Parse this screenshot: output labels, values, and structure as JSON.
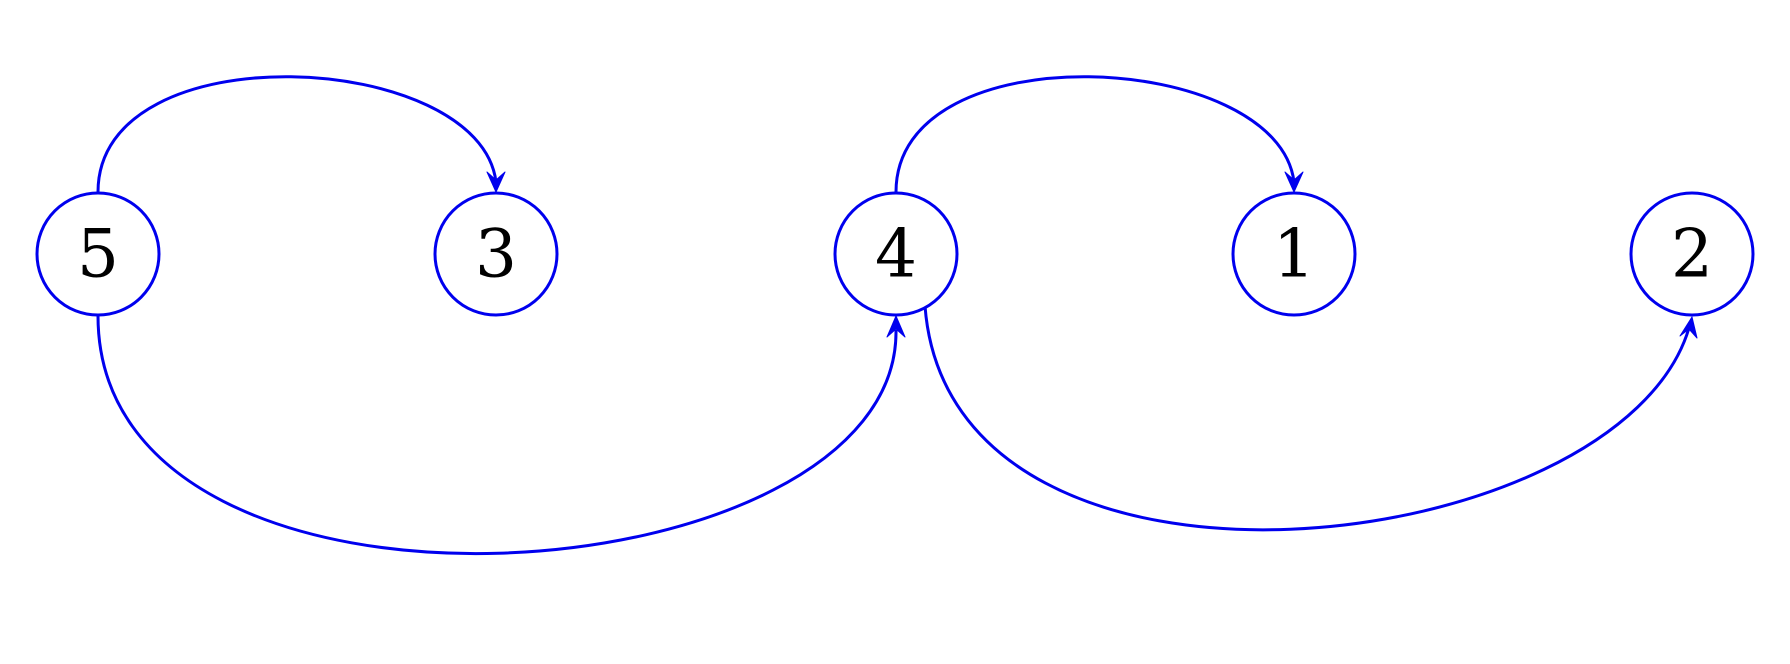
{
  "colors": {
    "edge": "#0000ee",
    "node_stroke": "#0000ee",
    "node_fill": "#ffffff",
    "label": "#000000",
    "background": "#ffffff"
  },
  "nodes": [
    {
      "id": "n5",
      "label": "5"
    },
    {
      "id": "n3",
      "label": "3"
    },
    {
      "id": "n4",
      "label": "4"
    },
    {
      "id": "n1",
      "label": "1"
    },
    {
      "id": "n2",
      "label": "2"
    }
  ],
  "edges": [
    {
      "from": "5",
      "to": "3"
    },
    {
      "from": "4",
      "to": "1"
    },
    {
      "from": "5",
      "to": "4"
    },
    {
      "from": "4",
      "to": "2"
    }
  ]
}
